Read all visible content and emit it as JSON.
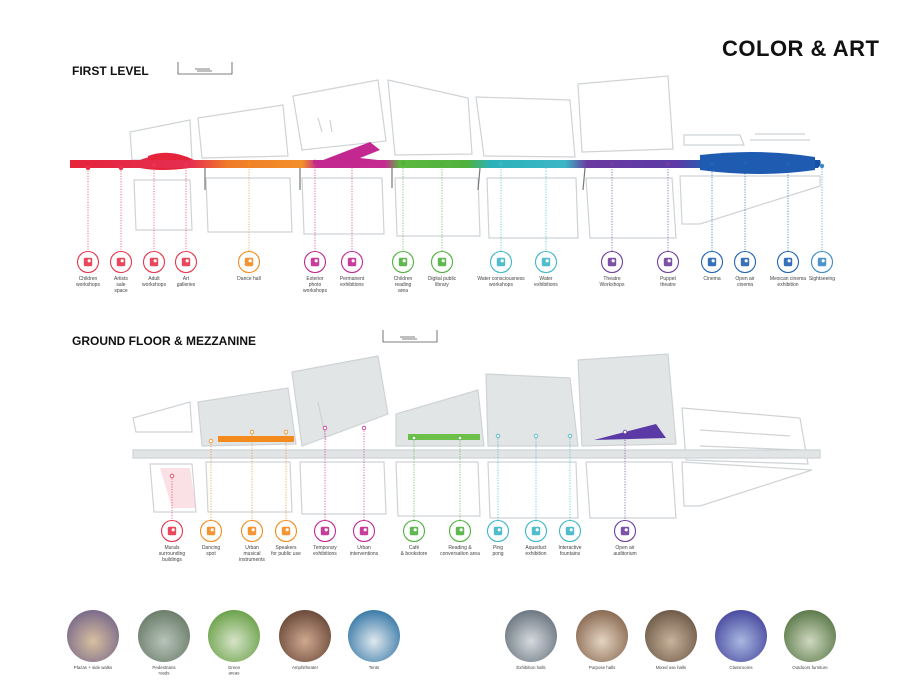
{
  "title": "COLOR & ART",
  "first_level": {
    "title": "FIRST LEVEL",
    "icons": [
      {
        "lines": [
          "Children",
          "workshops"
        ],
        "color": "#e8334a"
      },
      {
        "lines": [
          "Artists",
          "sale",
          "space"
        ],
        "color": "#e8334a"
      },
      {
        "lines": [
          "Adult",
          "workshops"
        ],
        "color": "#e8334a"
      },
      {
        "lines": [
          "Art",
          "galleries"
        ],
        "color": "#e8334a"
      },
      {
        "lines": [
          "Dance hall"
        ],
        "color": "#f28a1e"
      },
      {
        "lines": [
          "Exterior",
          "photo",
          "workshops"
        ],
        "color": "#c2288f"
      },
      {
        "lines": [
          "Permanent",
          "exhibitions"
        ],
        "color": "#c2288f"
      },
      {
        "lines": [
          "Children",
          "reading",
          "area"
        ],
        "color": "#4fb13d"
      },
      {
        "lines": [
          "Digital public",
          "library"
        ],
        "color": "#4fb13d"
      },
      {
        "lines": [
          "Water consciousness",
          "workshops"
        ],
        "color": "#3cb6c6"
      },
      {
        "lines": [
          "Water",
          "exhibitions"
        ],
        "color": "#3cb6c6"
      },
      {
        "lines": [
          "Theatre",
          "Workshops"
        ],
        "color": "#6e3ea0"
      },
      {
        "lines": [
          "Puppet",
          "theatre"
        ],
        "color": "#6e3ea0"
      },
      {
        "lines": [
          "Cinema"
        ],
        "color": "#1f63b3"
      },
      {
        "lines": [
          "Open air",
          "cinema"
        ],
        "color": "#1f63b3"
      },
      {
        "lines": [
          "Mexican cinema",
          "exhibition"
        ],
        "color": "#1f63b3"
      },
      {
        "lines": [
          "Sightseeing"
        ],
        "color": "#3a88c6"
      }
    ]
  },
  "ground_floor": {
    "title": "GROUND FLOOR & MEZZANINE",
    "icons": [
      {
        "lines": [
          "Murals",
          "surrounding",
          "buildings"
        ],
        "color": "#e8334a"
      },
      {
        "lines": [
          "Dancing",
          "spot"
        ],
        "color": "#f28a1e"
      },
      {
        "lines": [
          "Urban",
          "musical",
          "instruments"
        ],
        "color": "#f28a1e"
      },
      {
        "lines": [
          "Speakers",
          "for public use"
        ],
        "color": "#f28a1e"
      },
      {
        "lines": [
          "Temporary",
          "exhibitions"
        ],
        "color": "#c2288f"
      },
      {
        "lines": [
          "Urban",
          "interventions"
        ],
        "color": "#c2288f"
      },
      {
        "lines": [
          "Café",
          "& bookstore"
        ],
        "color": "#4fb13d"
      },
      {
        "lines": [
          "Reading &",
          "conversation area"
        ],
        "color": "#4fb13d"
      },
      {
        "lines": [
          "Ping",
          "pong"
        ],
        "color": "#3cb6c6"
      },
      {
        "lines": [
          "Aqueduct",
          "exhibition"
        ],
        "color": "#3cb6c6"
      },
      {
        "lines": [
          "Interactive",
          "fountains"
        ],
        "color": "#3cb6c6"
      },
      {
        "lines": [
          "Open air",
          "auditorium"
        ],
        "color": "#6e3ea0"
      }
    ]
  },
  "photos": {
    "left": [
      {
        "lines": [
          "Plazas + side walks"
        ]
      },
      {
        "lines": [
          "Pedestrians",
          "roads"
        ]
      },
      {
        "lines": [
          "Green",
          "areas"
        ]
      },
      {
        "lines": [
          "Amphitheater"
        ]
      },
      {
        "lines": [
          "Tents"
        ]
      }
    ],
    "right": [
      {
        "lines": [
          "Exhibition halls"
        ]
      },
      {
        "lines": [
          "Purpose halls"
        ]
      },
      {
        "lines": [
          "Mixed use halls"
        ]
      },
      {
        "lines": [
          "Classrooms"
        ]
      },
      {
        "lines": [
          "Outdoors furniture"
        ]
      }
    ]
  }
}
